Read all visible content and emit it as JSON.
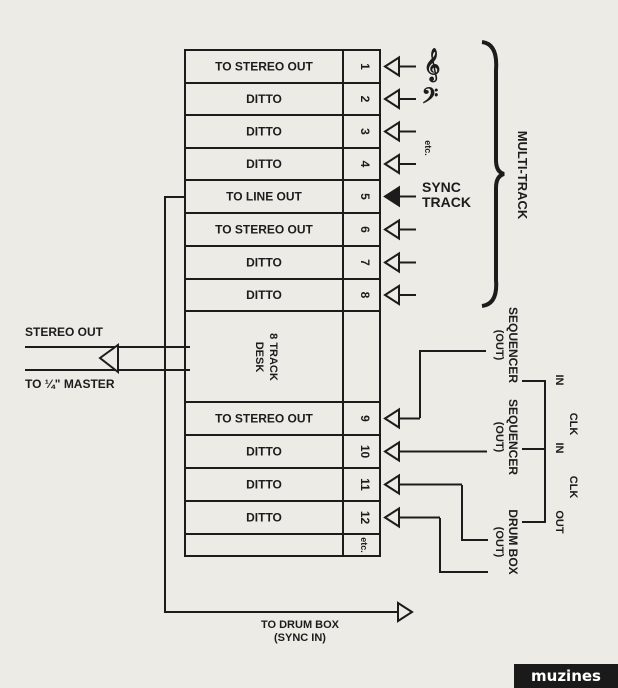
{
  "channels": [
    {
      "label": "TO STEREO OUT",
      "num": "1"
    },
    {
      "label": "DITTO",
      "num": "2"
    },
    {
      "label": "DITTO",
      "num": "3"
    },
    {
      "label": "DITTO",
      "num": "4"
    },
    {
      "label": "TO LINE OUT",
      "num": "5"
    },
    {
      "label": "TO STEREO OUT",
      "num": "6"
    },
    {
      "label": "DITTO",
      "num": "7"
    },
    {
      "label": "DITTO",
      "num": "8"
    },
    {
      "label": "TO STEREO OUT",
      "num": "9"
    },
    {
      "label": "DITTO",
      "num": "10"
    },
    {
      "label": "DITTO",
      "num": "11"
    },
    {
      "label": "DITTO",
      "num": "12"
    }
  ],
  "desk_label": [
    "8 TRACK",
    "DESK"
  ],
  "etc_row": "etc.",
  "etc_inputs": "etc.",
  "sync_track": [
    "SYNC",
    "TRACK"
  ],
  "multitrack": "MULTI-TRACK",
  "stereo_out": "STEREO OUT",
  "master": "TO ¼\" MASTER",
  "drum_box_in": [
    "TO DRUM BOX",
    "(SYNC IN)"
  ],
  "devices": [
    {
      "name": "SEQUENCER",
      "port": "(OUT)",
      "clk": "IN"
    },
    {
      "name": "SEQUENCER",
      "port": "(OUT)",
      "clk": "IN"
    },
    {
      "name": "DRUM BOX",
      "port": "(OUT)",
      "clk": "OUT"
    }
  ],
  "clk_label": "CLK",
  "logo": "muzines"
}
